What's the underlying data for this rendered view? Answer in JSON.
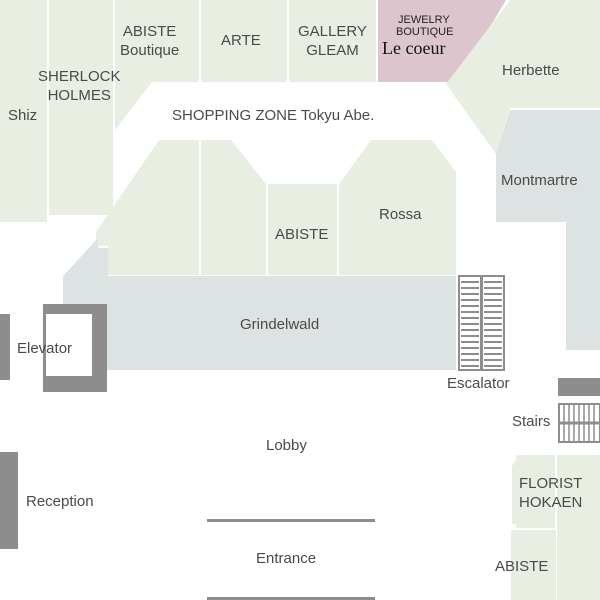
{
  "map": {
    "colors": {
      "shop": "#e8eee2",
      "highlight": "#dcc5cc",
      "grey_shop": "#dde3e3",
      "fixture": "#8d8d8d",
      "line": "#ffffff",
      "text": "#4a4a4a"
    },
    "shops": {
      "shiz": "Shiz",
      "sherlock": [
        "SHERLOCK",
        "HOLMES"
      ],
      "abiste_boutique": [
        "ABISTE",
        "Boutique"
      ],
      "arte": "ARTE",
      "gallery_gleam": [
        "GALLERY",
        "GLEAM"
      ],
      "le_coeur": {
        "line1": "JEWELRY",
        "line2": "BOUTIQUE",
        "name": "Le coeur"
      },
      "herbette": "Herbette",
      "montmartre": "Montmartre",
      "rossa": "Rossa",
      "abiste_center": "ABISTE",
      "grindelwald": "Grindelwald",
      "florist": [
        "FLORIST",
        "HOKAEN"
      ],
      "abiste_corner": "ABISTE"
    },
    "areas": {
      "shopping_zone": "SHOPPING ZONE Tokyu Abe.",
      "lobby": "Lobby",
      "entrance": "Entrance",
      "reception": "Reception",
      "elevator": "Elevator",
      "escalator": "Escalator",
      "stairs": "Stairs"
    }
  }
}
